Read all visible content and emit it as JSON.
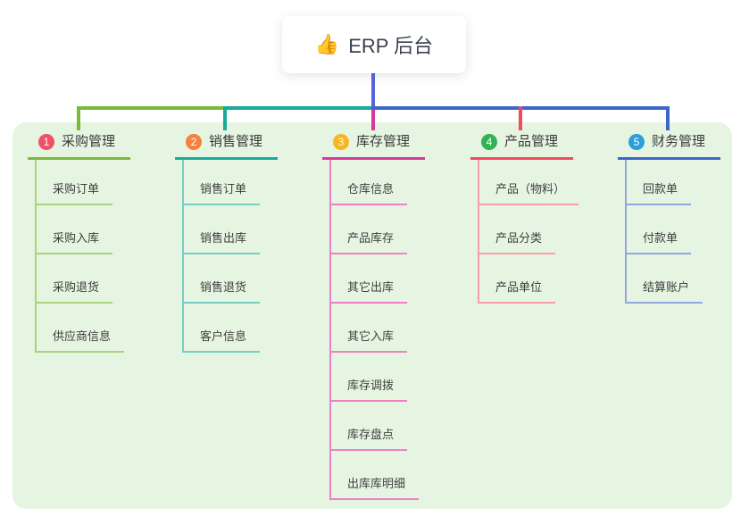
{
  "root": {
    "label": "ERP 后台",
    "icon": "👍",
    "text_color": "#39404E",
    "connector_color": "#5865D9"
  },
  "canvas": {
    "background": "#E6F5E1"
  },
  "branches": [
    {
      "badge": "1",
      "label": "采购管理",
      "badge_color": "#F1506A",
      "line_color": "#7AB93C",
      "sub_line_color": "#A8D37F",
      "items": [
        "采购订单",
        "采购入库",
        "采购退货",
        "供应商信息"
      ]
    },
    {
      "badge": "2",
      "label": "销售管理",
      "badge_color": "#F5813F",
      "line_color": "#16AB9B",
      "sub_line_color": "#76CDC4",
      "items": [
        "销售订单",
        "销售出库",
        "销售退货",
        "客户信息"
      ]
    },
    {
      "badge": "3",
      "label": "库存管理",
      "badge_color": "#F7B520",
      "line_color": "#D8399E",
      "sub_line_color": "#EE82C2",
      "items": [
        "仓库信息",
        "产品库存",
        "其它出库",
        "其它入库",
        "库存调拨",
        "库存盘点",
        "出库库明细"
      ]
    },
    {
      "badge": "4",
      "label": "产品管理",
      "badge_color": "#2FB355",
      "line_color": "#F4495D",
      "sub_line_color": "#F79DA8",
      "items": [
        "产品（物料）",
        "产品分类",
        "产品单位"
      ]
    },
    {
      "badge": "5",
      "label": "财务管理",
      "badge_color": "#2C9FDB",
      "line_color": "#3C66C8",
      "sub_line_color": "#90A7E0",
      "items": [
        "回款单",
        "付款单",
        "结算账户"
      ]
    }
  ]
}
